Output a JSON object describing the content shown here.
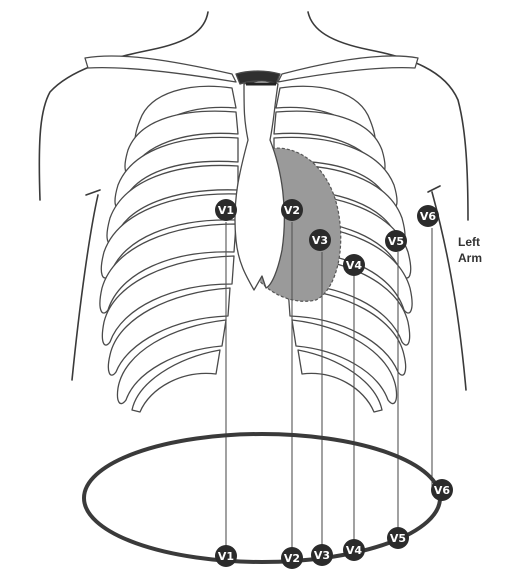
{
  "diagram": {
    "side_label_line1": "Left",
    "side_label_line2": "Arm",
    "chest_leads": [
      "V1",
      "V2",
      "V3",
      "V4",
      "V5",
      "V6"
    ],
    "ring_leads": [
      "V1",
      "V2",
      "V3",
      "V4",
      "V5",
      "V6"
    ],
    "colors": {
      "electrode": "#2b2b2b",
      "heart_fill": "#9a9a9a",
      "ring": "#3a3a3a",
      "line": "#444444"
    }
  }
}
